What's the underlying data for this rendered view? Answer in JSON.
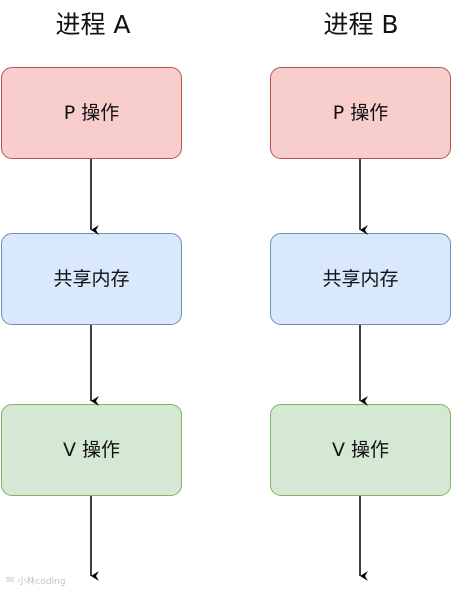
{
  "columns": [
    {
      "title": "进程 A",
      "steps": [
        "P 操作",
        "共享内存",
        "V 操作"
      ]
    },
    {
      "title": "进程 B",
      "steps": [
        "P 操作",
        "共享内存",
        "V 操作"
      ]
    }
  ],
  "colors": {
    "p_fill": "#f8cecc",
    "p_stroke": "#b85450",
    "mem_fill": "#dae8fc",
    "mem_stroke": "#6c8ebf",
    "v_fill": "#d5e8d4",
    "v_stroke": "#82b366",
    "arrow": "#000000"
  },
  "watermark": {
    "icon": "wechat-icon",
    "text": "小林coding"
  }
}
